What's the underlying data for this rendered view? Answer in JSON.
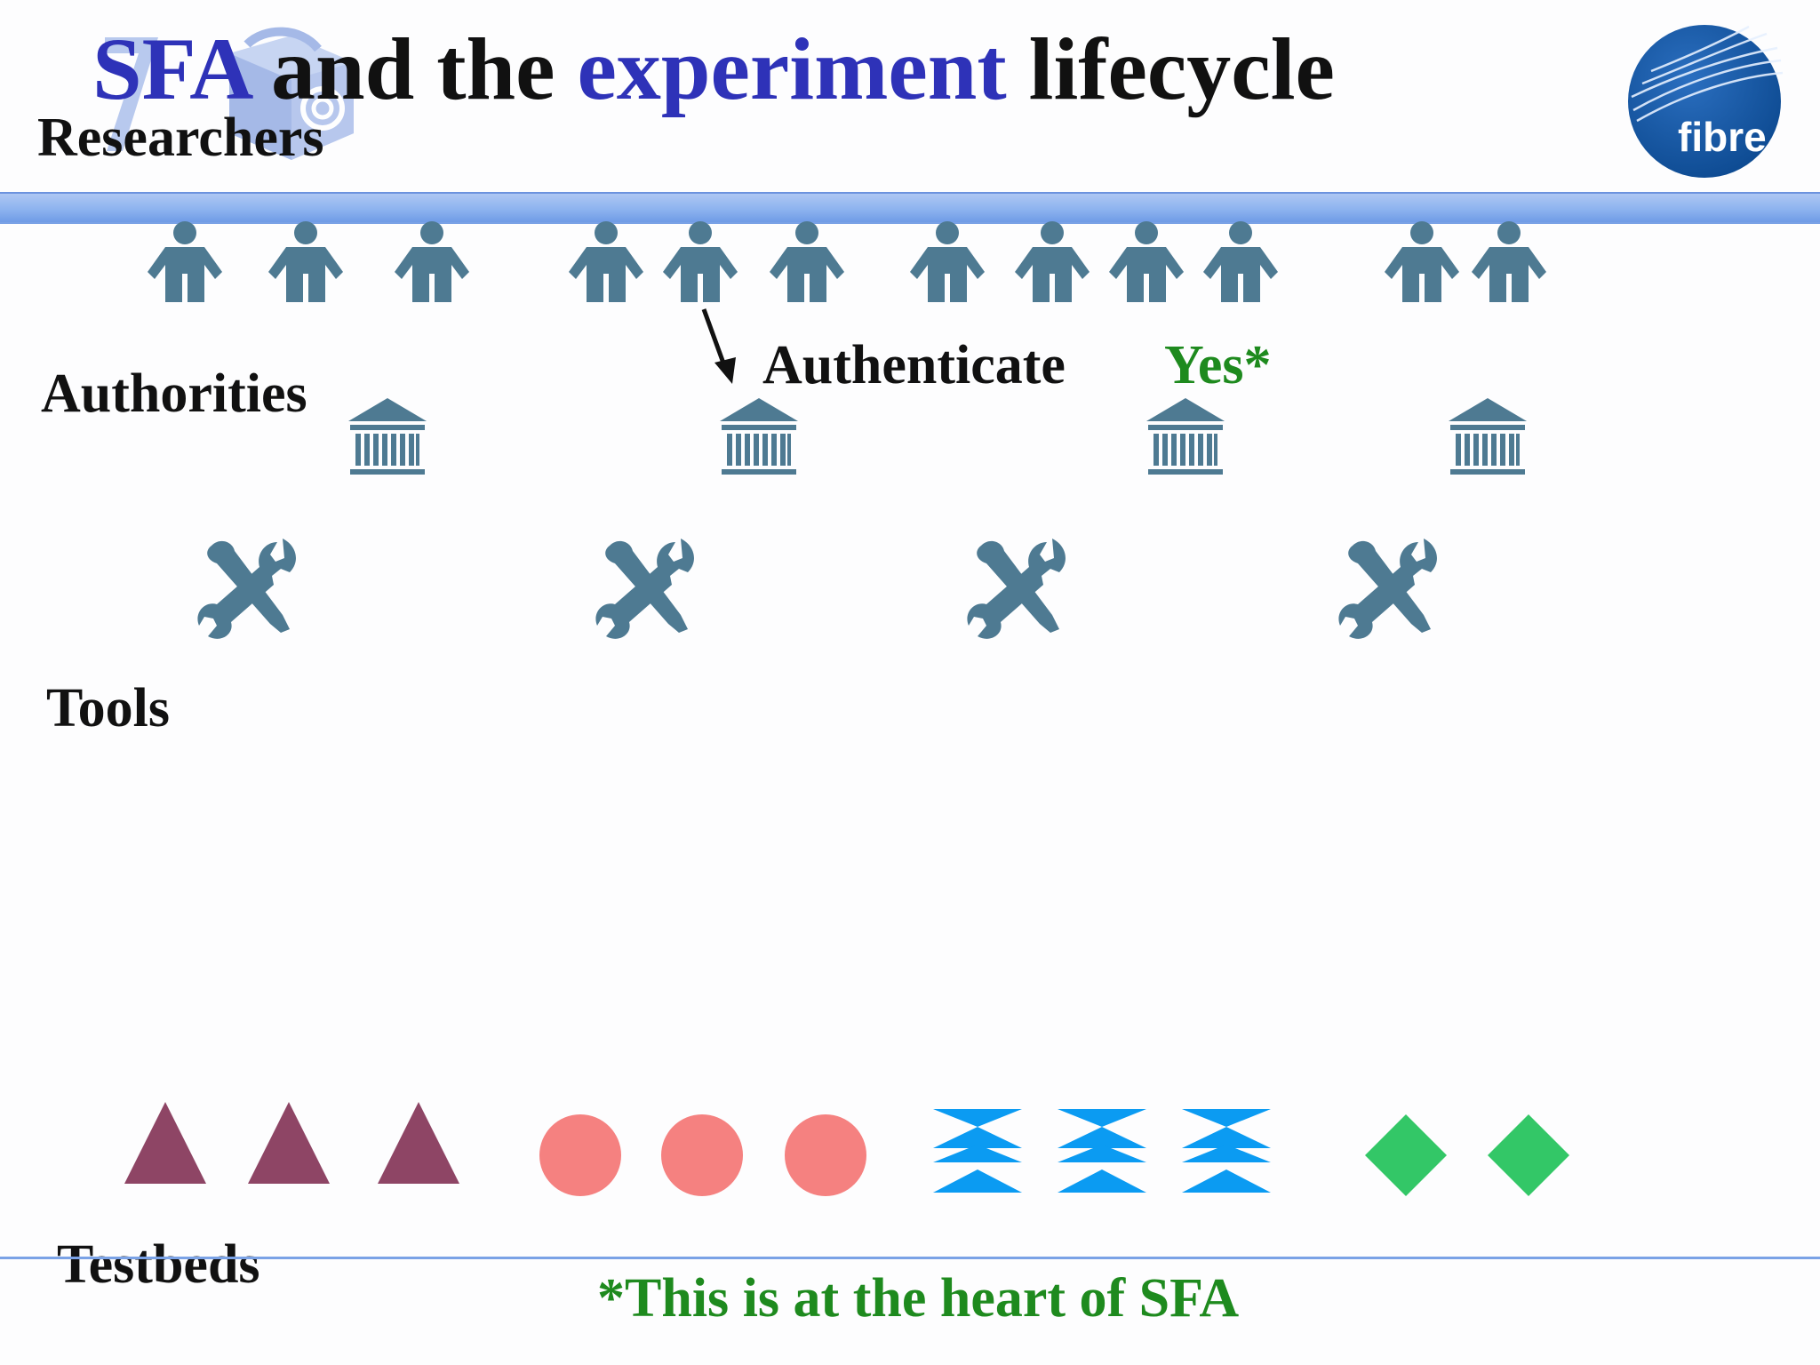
{
  "title": {
    "part1": "SFA",
    "part2": " and the ",
    "part3": "experiment",
    "part4": " lifecycle",
    "accent_color": "#2e32b8"
  },
  "logo": {
    "text": "fibre",
    "color": "#11509b"
  },
  "rows": {
    "researchers": "Researchers",
    "authorities": "Authorities",
    "tools": "Tools",
    "testbeds": "Testbeds"
  },
  "annotation": {
    "authenticate": "Authenticate",
    "result": "Yes*"
  },
  "footnote": "*This is at the heart of SFA",
  "icons": {
    "researcher": "person-icon",
    "authority": "bank-icon",
    "tool": "wrench-screwdriver-icon",
    "testbeds": [
      "triangle-icon",
      "circle-icon",
      "bowtie-icon",
      "diamond-icon"
    ]
  },
  "colors": {
    "icon": "#4e7a92",
    "triangle": "#8e4565",
    "circle": "#f58180",
    "bowtie": "#0b9bf2",
    "diamond": "#33c767",
    "green_text": "#1e8a1e",
    "header_bar": "#8db3ef"
  }
}
